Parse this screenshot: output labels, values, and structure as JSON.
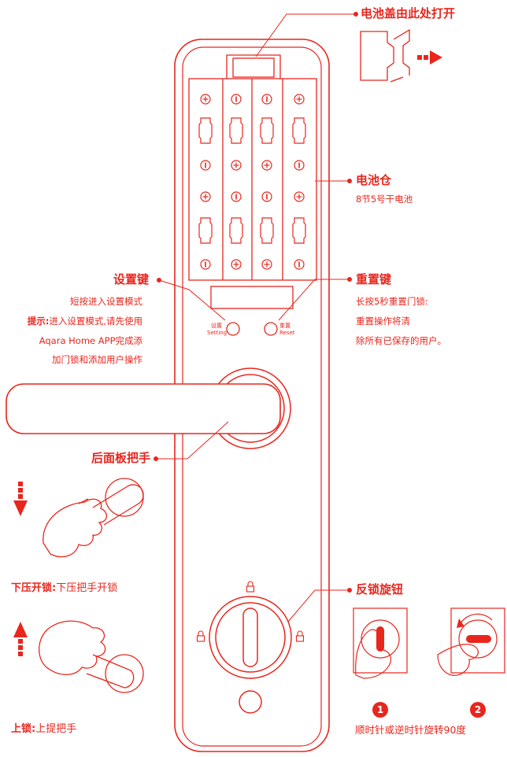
{
  "battery_cover": {
    "label": "电池盖由此处打开"
  },
  "battery_compartment": {
    "title": "电池仓",
    "desc": "8节5号干电池"
  },
  "setting_key": {
    "title": "设置键",
    "line1": "短按进入设置模式",
    "hint_bold": "提示:",
    "hint_text": "进入设置模式,请先使用",
    "line3": "Aqara Home APP完成添",
    "line4": "加门锁和添加用户操作",
    "button_cn": "设置",
    "button_en": "Setting"
  },
  "reset_key": {
    "title": "重置键",
    "line1": "长按5秒重置门锁:",
    "line2": "重置操作将清",
    "line3": "除所有已保存的用户。",
    "button_cn": "重置",
    "button_en": "Reset"
  },
  "rear_handle": {
    "title": "后面板把手"
  },
  "press_unlock": {
    "bold": "下压开锁:",
    "text": "下压把手开锁"
  },
  "lift_lock": {
    "bold": "上锁:",
    "text": "上提把手"
  },
  "deadbolt_knob": {
    "title": "反锁旋钮",
    "step1": "1",
    "step2": "2",
    "desc": "顺时针或逆时针旋转90度"
  },
  "colors": {
    "accent": "#e8261d",
    "background": "#ffffff"
  }
}
